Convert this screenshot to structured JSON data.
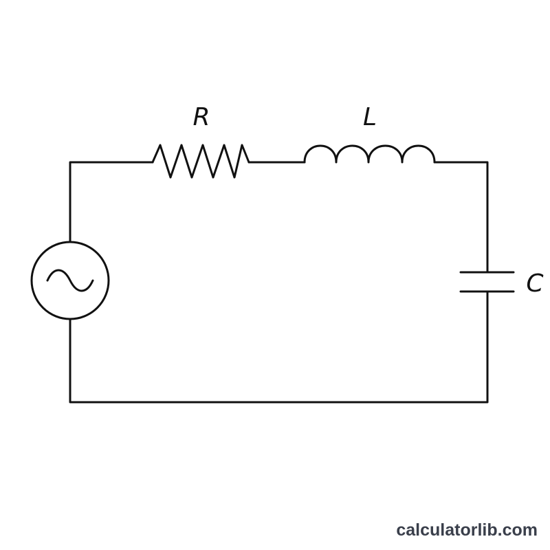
{
  "labels": {
    "resistor": "R",
    "inductor": "L",
    "capacitor": "C"
  },
  "source": {
    "type": "ac-voltage-source",
    "icon": "sine-wave-icon"
  },
  "watermark": "calculatorlib.com",
  "colors": {
    "stroke": "#111111",
    "watermark": "#3a3f4b",
    "background": "#ffffff"
  }
}
